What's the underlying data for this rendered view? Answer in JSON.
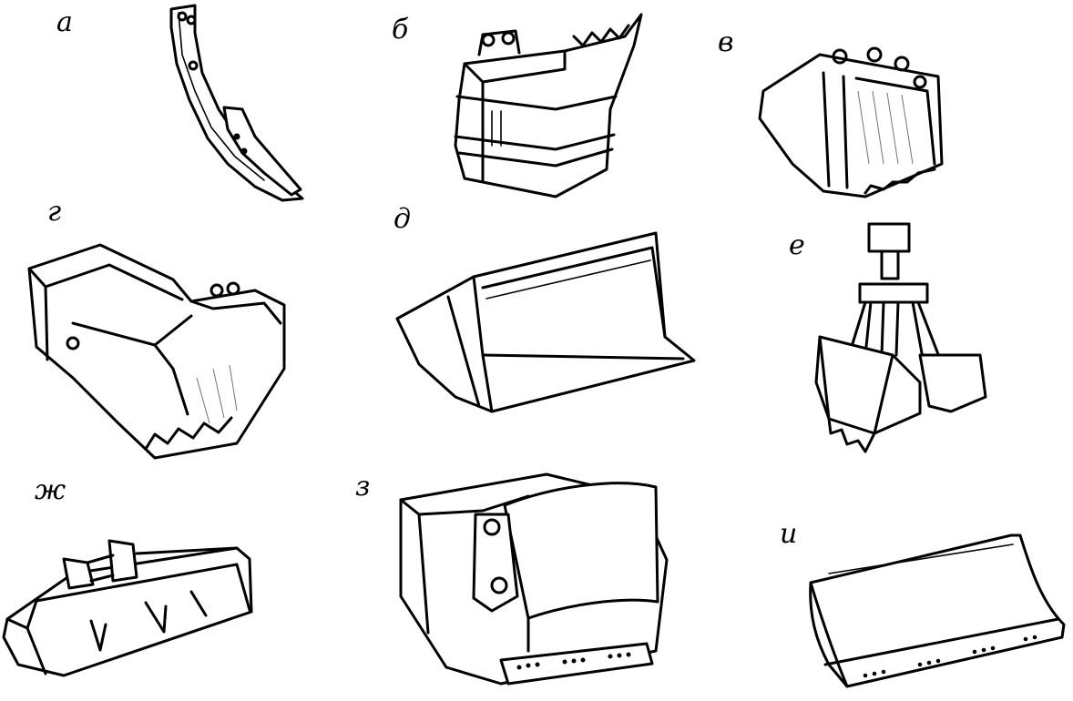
{
  "labels": {
    "a": "а",
    "b": "б",
    "v": "в",
    "g": "г",
    "d": "д",
    "e": "е",
    "zh": "ж",
    "z": "з",
    "i": "и"
  }
}
